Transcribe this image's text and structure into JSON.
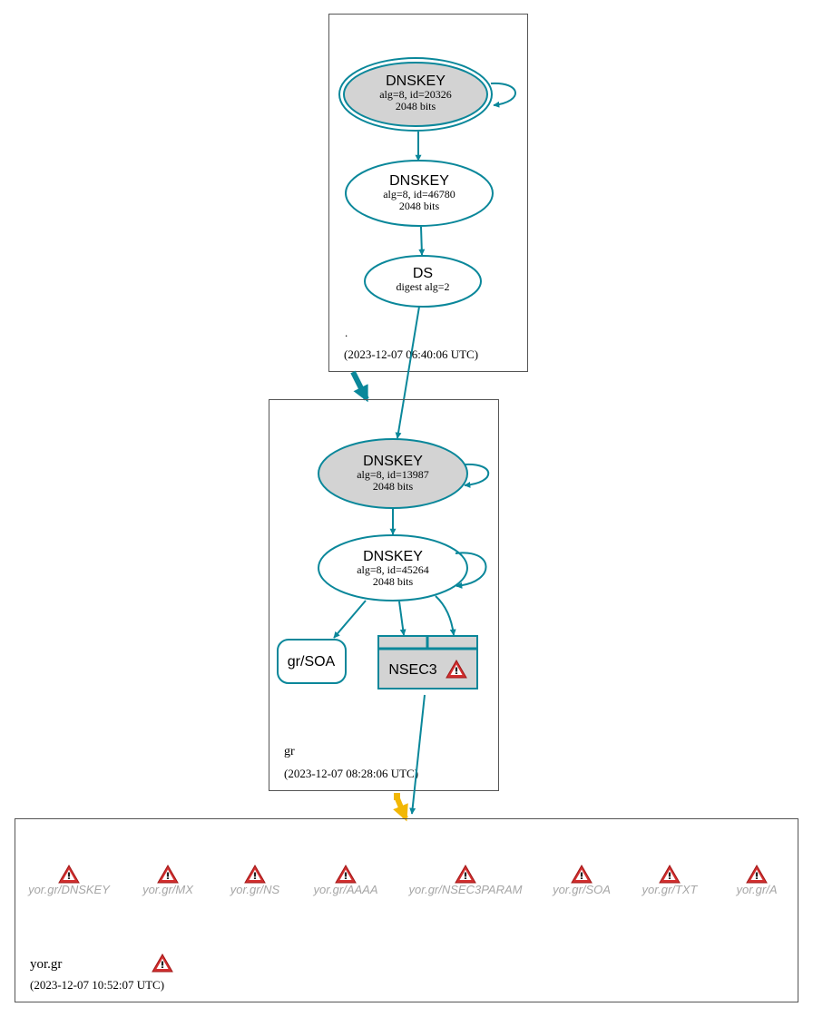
{
  "colors": {
    "edge": "#0a879a",
    "box_border": "#555555",
    "fill_gray": "#d3d3d3",
    "warning_red": "#d22f2f",
    "delegation_warn": "#f2b705",
    "muted_text": "#a6a6a6"
  },
  "zones": {
    "root": {
      "name": ".",
      "timestamp": "(2023-12-07 06:40:06 UTC)",
      "nodes": {
        "ksk": {
          "type": "DNSKEY",
          "line1": "alg=8, id=20326",
          "line2": "2048 bits"
        },
        "zsk": {
          "type": "DNSKEY",
          "line1": "alg=8, id=46780",
          "line2": "2048 bits"
        },
        "ds": {
          "type": "DS",
          "line1": "digest alg=2"
        }
      }
    },
    "gr": {
      "name": "gr",
      "timestamp": "(2023-12-07 08:28:06 UTC)",
      "nodes": {
        "ksk": {
          "type": "DNSKEY",
          "line1": "alg=8, id=13987",
          "line2": "2048 bits"
        },
        "zsk": {
          "type": "DNSKEY",
          "line1": "alg=8, id=45264",
          "line2": "2048 bits"
        },
        "soa": {
          "label": "gr/SOA"
        },
        "nsec3": {
          "label": "NSEC3"
        }
      }
    },
    "yor": {
      "name": "yor.gr",
      "timestamp": "(2023-12-07 10:52:07 UTC)",
      "records": [
        "yor.gr/DNSKEY",
        "yor.gr/MX",
        "yor.gr/NS",
        "yor.gr/AAAA",
        "yor.gr/NSEC3PARAM",
        "yor.gr/SOA",
        "yor.gr/TXT",
        "yor.gr/A"
      ]
    }
  }
}
